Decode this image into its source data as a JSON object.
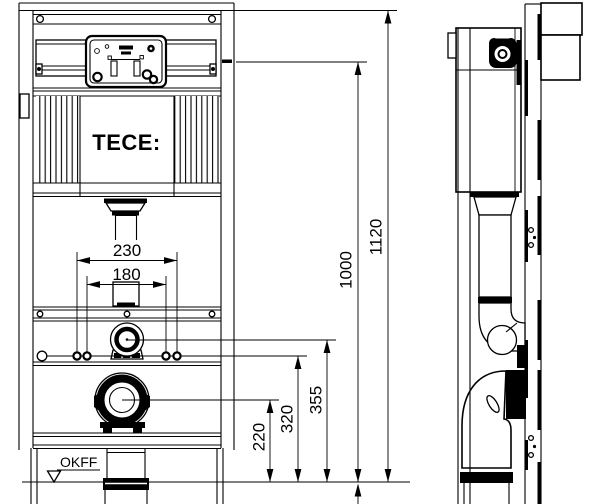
{
  "drawing": {
    "brand": "TECE:",
    "floor_marker": "OKFF",
    "dims": {
      "width_outer": "230",
      "width_inner": "180",
      "height_drain": "220",
      "height_rods": "320",
      "height_water": "355",
      "height_cistern_top": "1000",
      "height_frame": "1120"
    },
    "colors": {
      "ink": "#000000",
      "paper": "#ffffff"
    }
  }
}
